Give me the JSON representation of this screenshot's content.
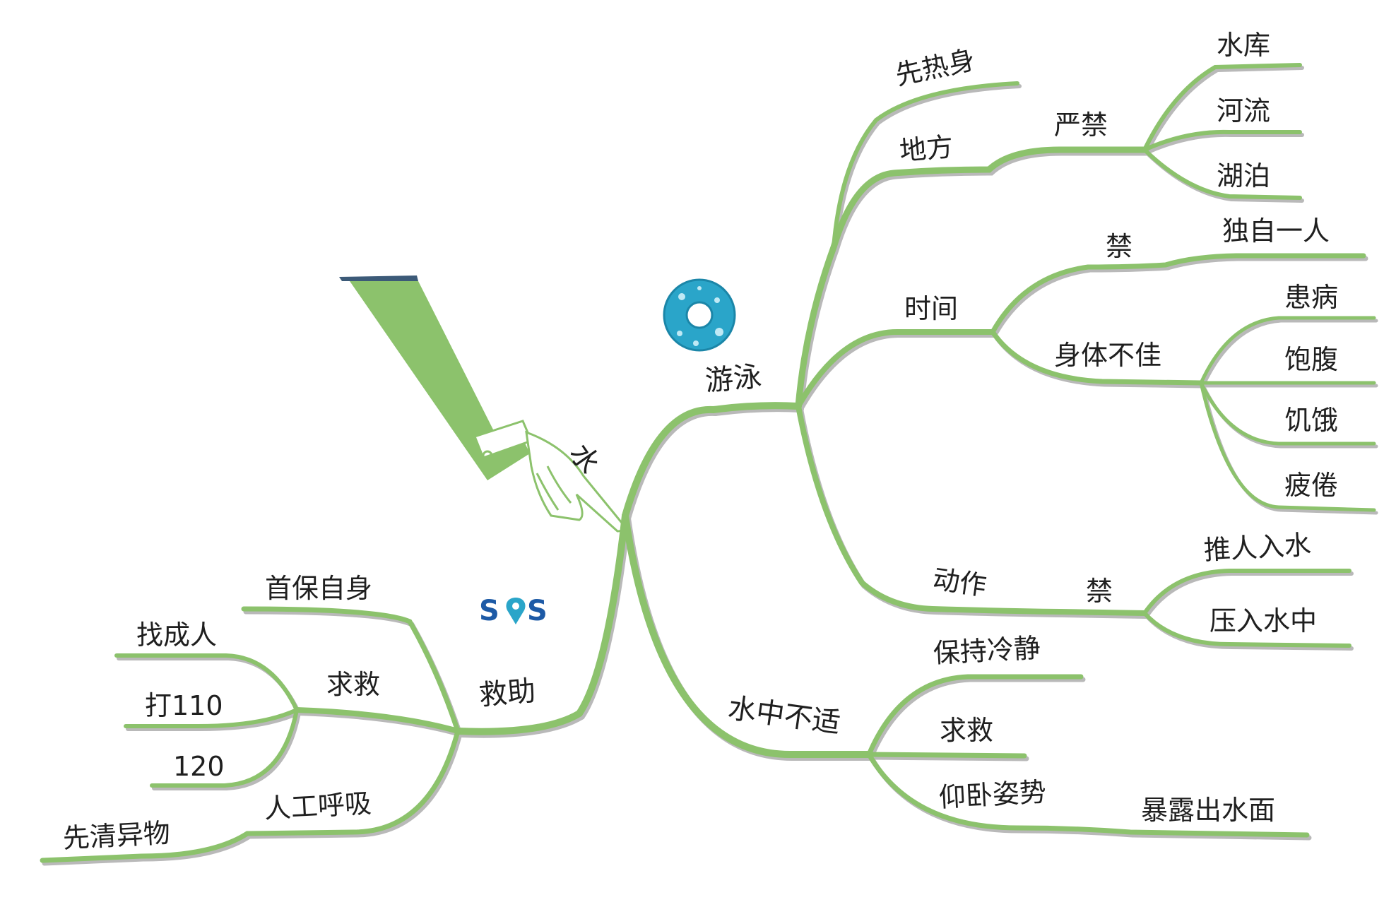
{
  "root": {
    "label": "水"
  },
  "colors": {
    "branch": "#8cc26c",
    "shadow": "#b9b9b9",
    "text": "#1f1f1f",
    "sos_blue": "#1d5aa6",
    "ring_blue": "#2aa5c9"
  },
  "icons": [
    "pointing-hand-icon",
    "swim-ring-icon",
    "sos-pin-icon"
  ],
  "sos": {
    "s1": "S",
    "s2": "S"
  },
  "swimming": {
    "label": "游泳",
    "warmup": "先热身",
    "place": {
      "label": "地方",
      "forbidden": "严禁",
      "items": [
        "水库",
        "河流",
        "湖泊"
      ]
    },
    "time": {
      "label": "时间",
      "forbidden": "禁",
      "alone": "独自一人",
      "unwell": {
        "label": "身体不佳",
        "items": [
          "患病",
          "饱腹",
          "饥饿",
          "疲倦"
        ]
      }
    },
    "action": {
      "label": "动作",
      "forbidden": "禁",
      "items": [
        "推人入水",
        "压入水中"
      ]
    }
  },
  "discomfort": {
    "label": "水中不适",
    "calm": "保持冷静",
    "call_help": "求救",
    "posture": {
      "label": "仰卧姿势",
      "detail": "暴露出水面"
    }
  },
  "rescue": {
    "label": "救助",
    "self_first": "首保自身",
    "call_help": {
      "label": "求救",
      "items": [
        "找成人",
        "打110",
        "120"
      ]
    },
    "cpr": {
      "label": "人工呼吸",
      "detail": "先清异物"
    }
  }
}
